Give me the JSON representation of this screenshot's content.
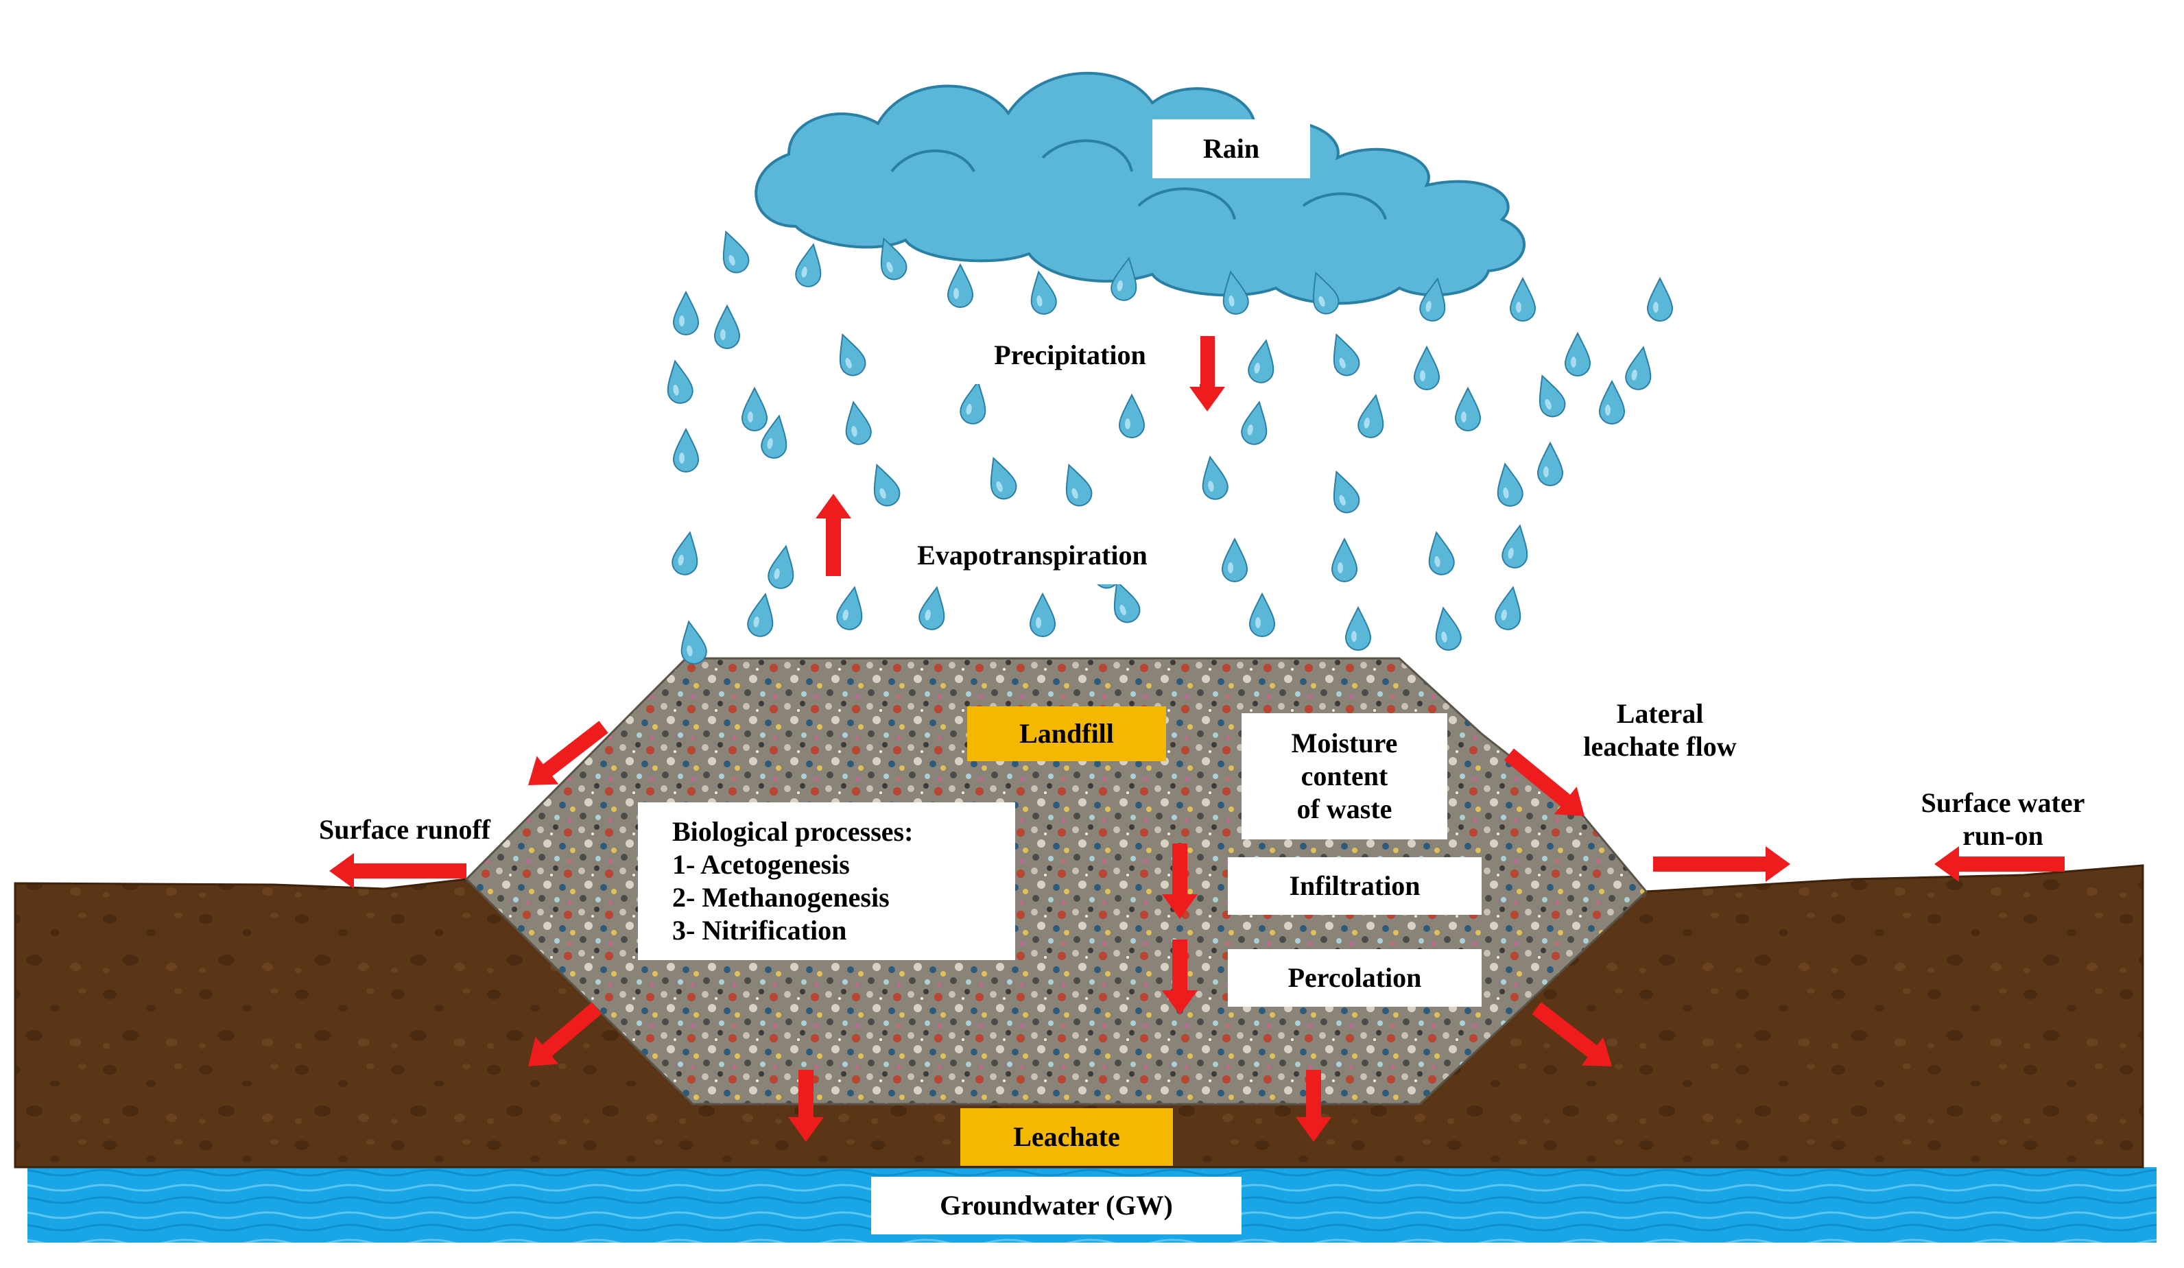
{
  "labels": {
    "rain": "Rain",
    "precipitation": "Precipitation",
    "evapotranspiration": "Evapotranspiration",
    "landfill": "Landfill",
    "moisture": [
      "Moisture",
      "content",
      "of waste"
    ],
    "lateral": [
      "Lateral",
      "leachate flow"
    ],
    "surface_runoff": "Surface runoff",
    "surface_water_runon": [
      "Surface water",
      "run-on"
    ],
    "bio_title": "Biological processes:",
    "bio_items": [
      "1- Acetogenesis",
      "2- Methanogenesis",
      "3- Nitrification"
    ],
    "infiltration": "Infiltration",
    "percolation": "Percolation",
    "leachate": "Leachate",
    "groundwater": "Groundwater (GW)"
  },
  "colors": {
    "cloud": "#5bb7d8",
    "cloud_outline": "#2a7fa5",
    "raindrop": "#5bb7d8",
    "soil": "#5a3516",
    "soil_dark": "#3e220b",
    "water": "#1aa6e6",
    "arrow": "#ee1c1c",
    "label_gold": "#f5b800",
    "waste_base": "#8a8378"
  }
}
